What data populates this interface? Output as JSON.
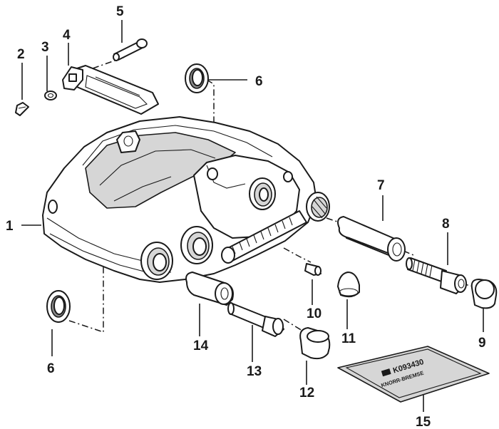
{
  "diagram": {
    "callouts": [
      {
        "id": "1",
        "text": "1"
      },
      {
        "id": "2",
        "text": "2"
      },
      {
        "id": "3",
        "text": "3"
      },
      {
        "id": "4",
        "text": "4"
      },
      {
        "id": "5",
        "text": "5"
      },
      {
        "id": "6a",
        "text": "6"
      },
      {
        "id": "6b",
        "text": "6"
      },
      {
        "id": "7",
        "text": "7"
      },
      {
        "id": "8",
        "text": "8"
      },
      {
        "id": "9",
        "text": "9"
      },
      {
        "id": "10",
        "text": "10"
      },
      {
        "id": "11",
        "text": "11"
      },
      {
        "id": "12",
        "text": "12"
      },
      {
        "id": "13",
        "text": "13"
      },
      {
        "id": "14",
        "text": "14"
      },
      {
        "id": "15",
        "text": "15"
      }
    ],
    "repair_kit_label": {
      "code": "K093430",
      "brand": "KNORR-BREMSE"
    }
  }
}
